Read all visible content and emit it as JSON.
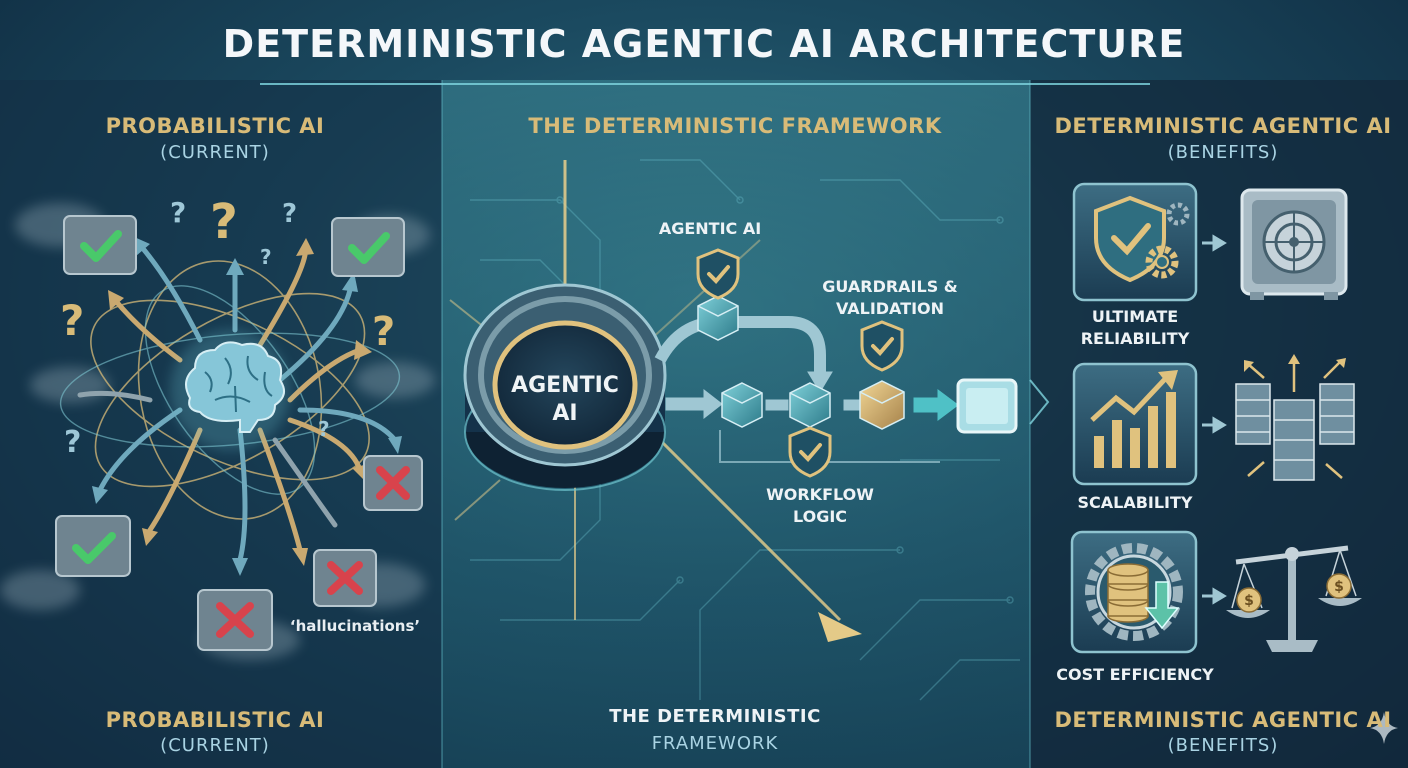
{
  "title": "DETERMINISTIC AGENTIC AI ARCHITECTURE",
  "left_panel": {
    "heading": "PROBABILISTIC AI",
    "subheading": "(CURRENT)",
    "footer_heading": "PROBABILISTIC AI",
    "footer_subheading": "(CURRENT)",
    "note": "‘hallucinations’"
  },
  "center_panel": {
    "heading": "THE DETERMINISTIC FRAMEWORK",
    "hub_label_line1": "AGENTIC",
    "hub_label_line2": "AI",
    "agentic_label": "AGENTIC AI",
    "guardrails_line1": "GUARDRAILS &",
    "guardrails_line2": "VALIDATION",
    "workflow_line1": "WORKFLOW",
    "workflow_line2": "LOGIC",
    "footer_heading": "THE DETERMINISTIC",
    "footer_subheading": "FRAMEWORK"
  },
  "right_panel": {
    "heading": "DETERMINISTIC AGENTIC AI",
    "subheading": "(BENEFITS)",
    "benefits": [
      {
        "line1": "ULTIMATE",
        "line2": "RELIABILITY",
        "icon": "shield-gear-icon",
        "result_icon": "vault-icon"
      },
      {
        "line1": "SCALABILITY",
        "line2": "",
        "icon": "growth-chart-icon",
        "result_icon": "servers-icon"
      },
      {
        "line1": "COST EFFICIENCY",
        "line2": "",
        "icon": "coins-gear-icon",
        "result_icon": "balance-scale-icon"
      }
    ],
    "footer_heading": "DETERMINISTIC AGENTIC AI",
    "footer_subheading": "(BENEFITS)"
  },
  "colors": {
    "gold": "#d8bb78",
    "teal": "#6fc4cf",
    "check_green": "#49c96a",
    "cross_red": "#d8434c"
  }
}
